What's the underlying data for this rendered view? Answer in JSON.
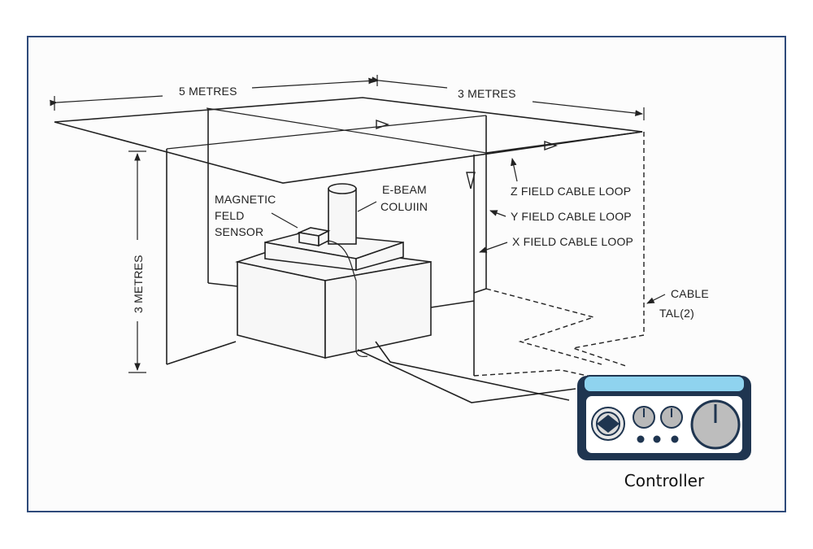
{
  "dimensions": {
    "width_5": "5 METRES",
    "width_3": "3 METRES",
    "height_3": "3 METRES"
  },
  "labels": {
    "sensor_line1": "MAGNETIC",
    "sensor_line2": "FELD",
    "sensor_line3": "SENSOR",
    "column_line1": "E-BEAM",
    "column_line2": "COLUIIN",
    "z_loop": "Z FIELD CABLE  LOOP",
    "y_loop": "Y FIELD CABLE  LOOP",
    "x_loop": "X FIELD CABLE  LOOP",
    "cable_line1": "CABLE",
    "cable_line2": "TAL(2)"
  },
  "controller": {
    "label": "Controller",
    "body_color": "#1f3550",
    "top_color": "#8fd3ef",
    "face_color": "#ffffff"
  },
  "colors": {
    "frame": "#2f4a7a",
    "ink": "#222222"
  }
}
